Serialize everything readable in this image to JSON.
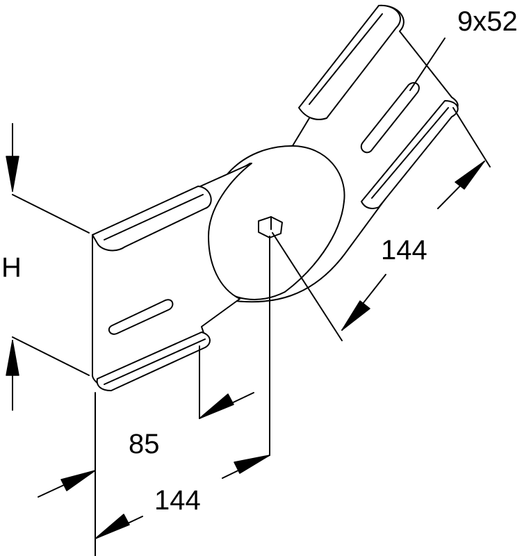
{
  "labels": {
    "slot_size": "9x52",
    "height": "H",
    "offset": "85",
    "width_bottom": "144",
    "width_diagonal": "144"
  },
  "colors": {
    "stroke": "#000000",
    "fill": "#ffffff"
  }
}
